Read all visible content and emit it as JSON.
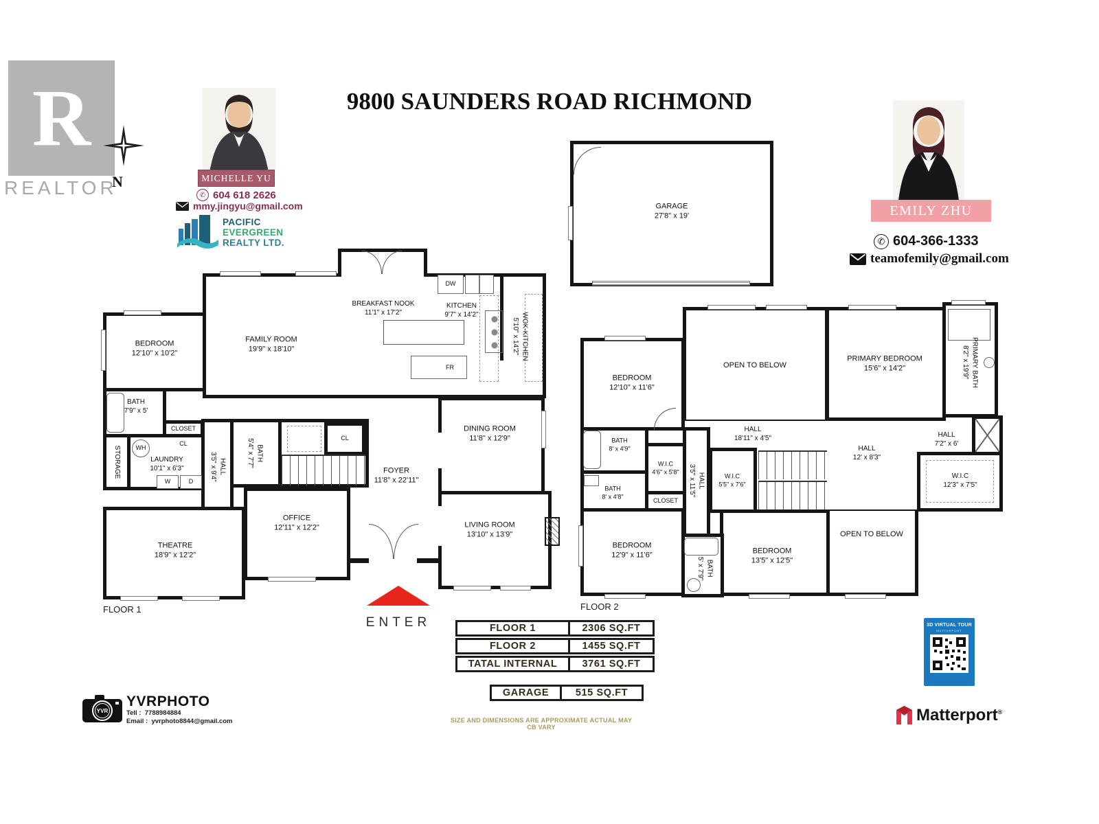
{
  "title": "9800 SAUNDERS ROAD RICHMOND",
  "header": {
    "realtor": {
      "letter": "R",
      "label": "REALTOR"
    },
    "north_label": "N",
    "michelle": {
      "name": "MICHELLE YU",
      "phone": "604 618 2626",
      "email": "mmy.jingyu@gmail.com",
      "brokerage": [
        "PACIFIC",
        "EVERGREEN",
        "REALTY LTD."
      ]
    },
    "emily": {
      "name": "EMILY ZHU",
      "phone": "604-366-1333",
      "email": "teamofemily@gmail.com"
    }
  },
  "garage": {
    "name": "GARAGE",
    "dims": "27'8\" x 19'"
  },
  "floor1": {
    "caption": "FLOOR 1",
    "rooms": {
      "bedroom": {
        "name": "BEDROOM",
        "dims": "12'10\" x 10'2\""
      },
      "bath1": {
        "name": "BATH",
        "dims": "7'9\" x 5'"
      },
      "closet": "CLOSET",
      "cl1": "CL",
      "wh": "WH",
      "storage": "STORAGE",
      "laundry": {
        "name": "LAUNDRY",
        "dims": "10'1\" x 6'3\""
      },
      "washer": "W",
      "dryer": "D",
      "hall": {
        "name": "HALL",
        "dims": "3'5\" x 9'4\""
      },
      "theatre": {
        "name": "THEATRE",
        "dims": "18'9\" x 12'2\""
      },
      "family": {
        "name": "FAMILY ROOM",
        "dims": "19'9\" x 18'10\""
      },
      "nook": {
        "name": "BREAKFAST NOOK",
        "dims": "11'1\" x 17'2\""
      },
      "kitchen": {
        "name": "KITCHEN",
        "dims": "9'7\" x 14'2\""
      },
      "dw": "DW",
      "wok": {
        "name": "WOK-KITCHEN",
        "dims": "5'10\" x 14'2\""
      },
      "fr": "FR",
      "bath2": {
        "name": "BATH",
        "dims": "5'4\" x 7'7\""
      },
      "cl2": "CL",
      "foyer": {
        "name": "FOYER",
        "dims": "11'8\" x 22'11\""
      },
      "dining": {
        "name": "DINING ROOM",
        "dims": "11'8\" x 12'9\""
      },
      "office": {
        "name": "OFFICE",
        "dims": "12'11\" x 12'2\""
      },
      "living": {
        "name": "LIVING ROOM",
        "dims": "13'10\" x 13'9\""
      }
    }
  },
  "floor2": {
    "caption": "FLOOR 2",
    "rooms": {
      "bedroom1": {
        "name": "BEDROOM",
        "dims": "12'10\" x 11'6\""
      },
      "bath1": {
        "name": "BATH",
        "dims": "8' x 4'9\""
      },
      "bath2": {
        "name": "BATH",
        "dims": "8' x 4'8\""
      },
      "wic1": {
        "name": "W.I.C",
        "dims": "4'6\" x 5'8\""
      },
      "closet": "CLOSET",
      "hall1": {
        "name": "HALL",
        "dims": "3'5\" x 11'5\""
      },
      "open1": {
        "name": "OPEN TO BELOW"
      },
      "hall2": {
        "name": "HALL",
        "dims": "18'11\" x 4'5\""
      },
      "primary": {
        "name": "PRIMARY BEDROOM",
        "dims": "15'6\" x 14'2\""
      },
      "pbath": {
        "name": "PRIMARY BATH",
        "dims": "8'2\" x 19'9\""
      },
      "hall3": {
        "name": "HALL",
        "dims": "7'2\" x 6'"
      },
      "hall4": {
        "name": "HALL",
        "dims": "12' x 8'3\""
      },
      "wic2": {
        "name": "W.I.C",
        "dims": "5'5\" x 7'6\""
      },
      "wic3": {
        "name": "W.I.C",
        "dims": "12'3\" x 7'5\""
      },
      "open2": {
        "name": "OPEN TO BELOW"
      },
      "bedroom2": {
        "name": "BEDROOM",
        "dims": "13'5\" x 12'5\""
      },
      "bath3": {
        "name": "BATH",
        "dims": "5' x 7'9\""
      },
      "bedroom3": {
        "name": "BEDROOM",
        "dims": "12'9\" x 11'6\""
      }
    }
  },
  "enter_label": "ENTER",
  "area_table": {
    "rows": [
      {
        "label": "FLOOR 1",
        "value": "2306 SQ.FT"
      },
      {
        "label": "FLOOR 2",
        "value": "1455 SQ.FT"
      },
      {
        "label": "TATAL INTERNAL",
        "value": "3761 SQ.FT"
      }
    ],
    "garage_row": {
      "label": "GARAGE",
      "value": "515 SQ.FT"
    }
  },
  "disclaimer": "SIZE AND DIMENSIONS ARE APPROXIMATE ACTUAL MAY CB VARY",
  "footer": {
    "yvr": {
      "badge": "YVR",
      "name": "YVRPHOTO",
      "tel_label": "Tell :",
      "tel": "7788984884",
      "email_label": "Email :",
      "email": "yvrphoto8844@gmail.com"
    },
    "tour": {
      "title": "3D VIRTUAL TOUR",
      "subtitle": "MATTERPORT"
    },
    "matterport": {
      "name": "Matterport",
      "reg": "®"
    }
  },
  "colors": {
    "wall": "#161616",
    "michelle_banner": "#a65a6b",
    "michelle_text": "#8c2d4d",
    "emily_banner": "#f2a0a6",
    "pacific_blue": "#1d5e78",
    "evergreen_green": "#3aa76d",
    "realty_teal": "#2e7f95",
    "enter_red": "#e8261c",
    "qr_blue": "#1b79c0",
    "matterport_red": "#e3344a",
    "disclaimer_olive": "#a89a55",
    "realtor_gray": "#b4b4b4"
  }
}
